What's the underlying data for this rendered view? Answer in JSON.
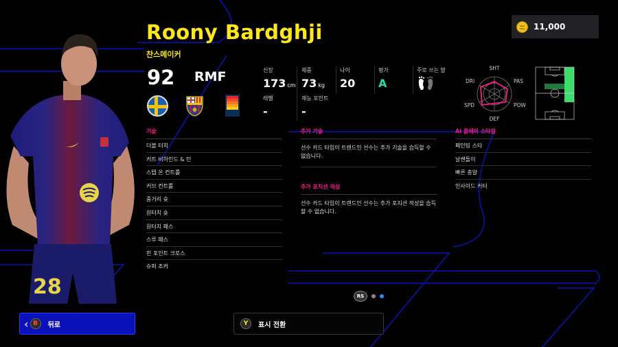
{
  "wallet": {
    "coins": "11,000",
    "icon": "coin-icon"
  },
  "player": {
    "name": "Roony Bardghji",
    "card_type": "찬스메이커",
    "overall": "92",
    "position": "RMF",
    "nationality_flag": "sweden-flag",
    "club_badge": "fc-barcelona-badge",
    "league_badge": "la-liga-badge",
    "shirt_number": "28"
  },
  "stats": {
    "height": {
      "label": "신장",
      "value": "173",
      "unit": "cm"
    },
    "weight": {
      "label": "체중",
      "value": "73",
      "unit": "kg"
    },
    "age": {
      "label": "나이",
      "value": "20"
    },
    "rating": {
      "label": "평가",
      "value": "A",
      "color": "#19e0a6"
    },
    "foot": {
      "label": "주로 쓰는 발",
      "icon": "feet-icon"
    },
    "level": {
      "label": "레벨",
      "value": "-"
    },
    "progression": {
      "label": "재능 포인트",
      "value": "-"
    }
  },
  "radar": {
    "axes": [
      "SHT",
      "PAS",
      "POW",
      "DEF",
      "SPD",
      "DRI"
    ],
    "color": "#ff1a8c"
  },
  "pitch": {
    "primary_color": "#3ddc6a",
    "secondary_color": "#1f7a3a"
  },
  "skills": {
    "title": "기술",
    "items": [
      "더블 터치",
      "커트 비하인드 & 턴",
      "스텝 온 컨트롤",
      "커브 컨트롤",
      "중거리 슛",
      "원터치 슛",
      "원터치 패스",
      "스루 패스",
      "핀 포인트 크로스",
      "슈퍼 조커"
    ]
  },
  "additional_skills": {
    "title": "추가 기술",
    "desc": "선수 카드 타입이 트렌드인 선수는 추가 기술을 습득할 수 없습니다."
  },
  "additional_positions": {
    "title": "추가 포지션 적성",
    "desc": "선수 카드 타입이 트렌드인 선수는 추가 포지션 적성을 습득할 수 없습니다."
  },
  "ai_styles": {
    "title": "AI 플레이 스타일",
    "items": [
      "페인팅 스타",
      "날쌘돌이",
      "빠른 충알",
      "인사이드 커터"
    ]
  },
  "pager": {
    "label": "RS",
    "pages": 2,
    "current": 2
  },
  "buttons": {
    "back": {
      "glyph": "B",
      "label": "뒤로"
    },
    "toggle": {
      "glyph": "Y",
      "label": "표시 전환"
    }
  },
  "colors": {
    "accent_yellow": "#ffe81a",
    "accent_pink": "#ff1a8c",
    "line_blue": "#0a14c8"
  }
}
